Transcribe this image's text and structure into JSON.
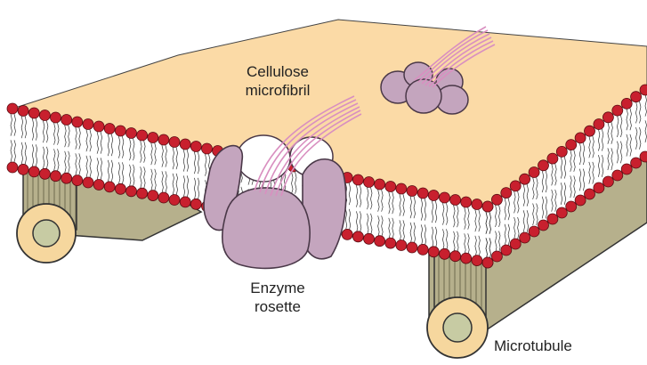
{
  "labels": {
    "cellulose_line1": "Cellulose",
    "cellulose_line2": "microfibril",
    "enzyme_line1": "Enzyme",
    "enzyme_line2": "rosette",
    "microtubule": "Microtubule"
  },
  "colors": {
    "membrane_top": "#FBDAA6",
    "lipid_head": "#C8202E",
    "lipid_tail": "#333333",
    "enzyme": "#C4A5BE",
    "enzyme_outline": "#4A3848",
    "microfibril": "#D98FC0",
    "microtubule_body": "#B6B08C",
    "microtubule_ring": "#F6D79E",
    "microtubule_core": "#C7CBA3"
  },
  "icons": {
    "membrane": "lipid-bilayer",
    "microtubule": "cylinder",
    "rosette": "protein-complex"
  }
}
